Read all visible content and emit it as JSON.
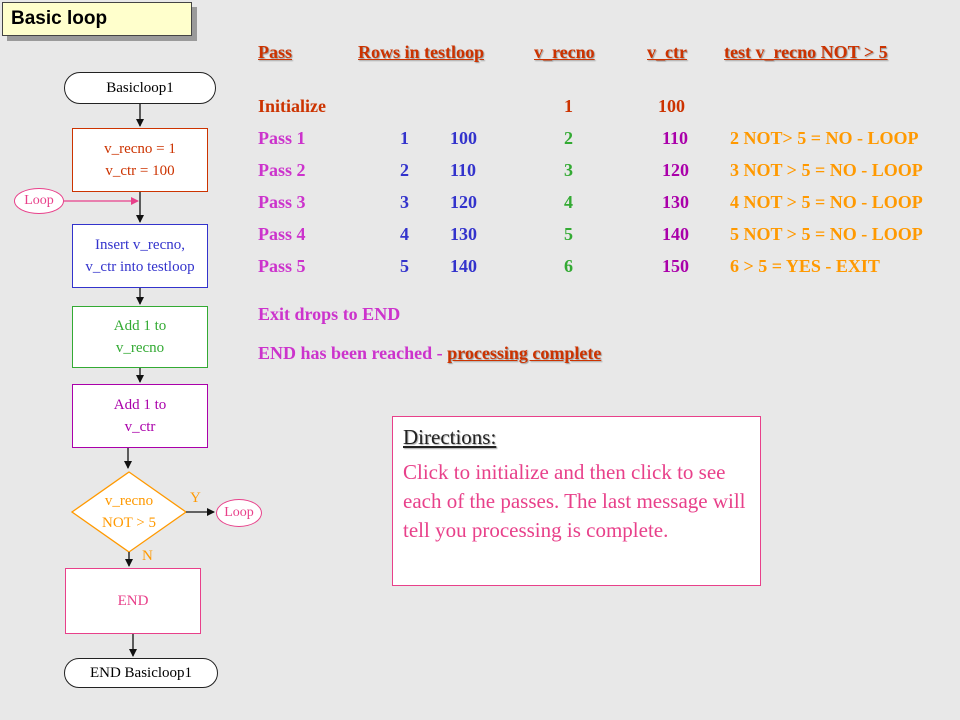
{
  "slide_title": "Basic loop",
  "flowchart": {
    "start": "Basicloop1",
    "init_line1": "v_recno = 1",
    "init_line2": "v_ctr = 100",
    "loop_entry": "Loop",
    "insert_line1": "Insert v_recno,",
    "insert_line2": "v_ctr into testloop",
    "add_recno_line1": "Add 1 to",
    "add_recno_line2": "v_recno",
    "add_ctr_line1": "Add 1 to",
    "add_ctr_line2": "v_ctr",
    "decision_line1": "v_recno",
    "decision_line2": "NOT > 5",
    "yes_label": "Y",
    "no_label": "N",
    "loop_exit": "Loop",
    "end_box": "END",
    "end_terminal": "END Basicloop1"
  },
  "table": {
    "headers": [
      "Pass",
      "Rows in testloop",
      "v_recno",
      "v_ctr",
      "test v_recno NOT > 5"
    ],
    "init": {
      "label": "Initialize",
      "recno": "1",
      "ctr": "100"
    },
    "rows": [
      {
        "pass": "Pass 1",
        "row_recno": "1",
        "row_ctr": "100",
        "recno": "2",
        "ctr": "110",
        "test": "2 NOT> 5 = NO - LOOP"
      },
      {
        "pass": "Pass 2",
        "row_recno": "2",
        "row_ctr": "110",
        "recno": "3",
        "ctr": "120",
        "test": "3 NOT > 5 = NO - LOOP"
      },
      {
        "pass": "Pass 3",
        "row_recno": "3",
        "row_ctr": "120",
        "recno": "4",
        "ctr": "130",
        "test": "4 NOT > 5 = NO - LOOP"
      },
      {
        "pass": "Pass 4",
        "row_recno": "4",
        "row_ctr": "130",
        "recno": "5",
        "ctr": "140",
        "test": "5 NOT > 5 = NO - LOOP"
      },
      {
        "pass": "Pass 5",
        "row_recno": "5",
        "row_ctr": "140",
        "recno": "6",
        "ctr": "150",
        "test": "6 > 5 = YES - EXIT"
      }
    ],
    "exit_note": "Exit drops to END",
    "end_note_prefix": "END has been reached - ",
    "end_note_emphasis": "processing complete"
  },
  "directions": {
    "title": "Directions:",
    "text": "Click to initialize and then click to see each of the passes.  The last message will tell you processing is complete."
  },
  "colors": {
    "init_box": "#cc3300",
    "insert_box": "#3333cc",
    "add_recno_box": "#33aa33",
    "add_ctr_box": "#aa00aa",
    "decision": "#ff9900",
    "end_box": "#e8408a",
    "pass_label": "#cc33cc",
    "recno": "#33aa33",
    "ctr": "#aa00aa",
    "test": "#ff9900",
    "exit_note": "#cc33cc"
  }
}
